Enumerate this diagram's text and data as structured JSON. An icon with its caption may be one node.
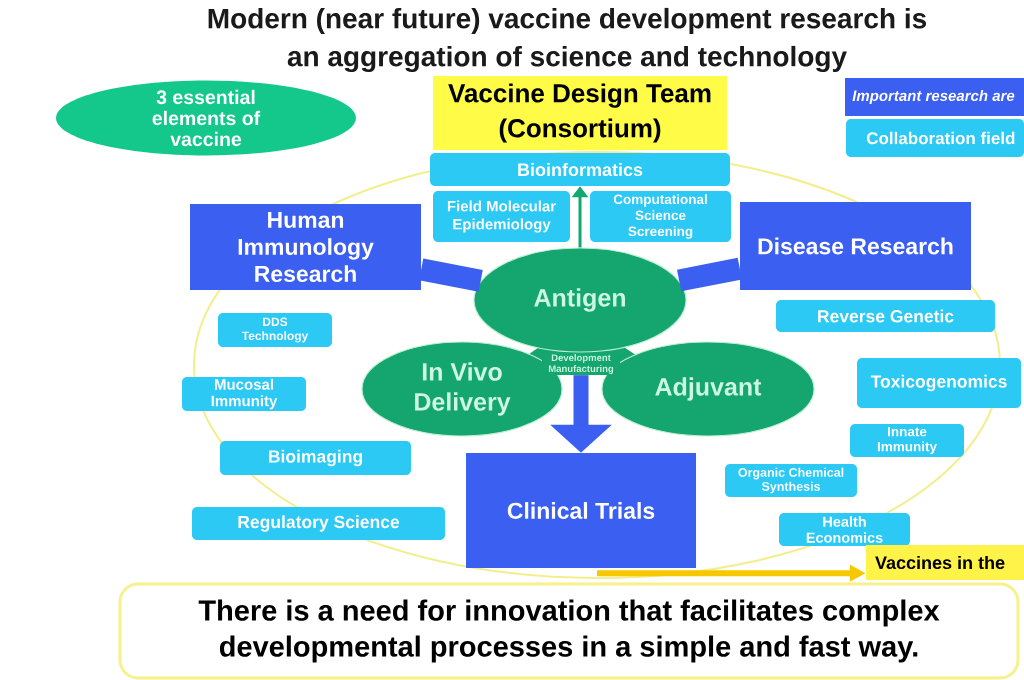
{
  "diagram": {
    "title": "Modern (near future) vaccine development research is an aggregation of science and technology",
    "nodes": [
      {
        "text": [
          "3 essential elements of vaccine"
        ]
      },
      {
        "text": [
          "Vaccine Design Team (Consortium)"
        ]
      },
      {
        "text": [
          "Bioinformatics"
        ]
      },
      {
        "text": [
          "Field Molecular Epidemiology"
        ]
      },
      {
        "text": [
          "Computational Science Screening"
        ]
      },
      {
        "text": [
          "Human Immunology Research"
        ]
      },
      {
        "text": [
          "Disease Research"
        ]
      },
      {
        "text": [
          "Antigen"
        ]
      },
      {
        "text": [
          "In Vivo Delivery"
        ]
      },
      {
        "text": [
          "Adjuvant"
        ]
      },
      {
        "text": [
          "Development Manufacturing"
        ]
      },
      {
        "text": [
          "Clinical Trials"
        ]
      },
      {
        "text": [
          "DDS Technology"
        ]
      },
      {
        "text": [
          "Mucosal Immunity"
        ]
      },
      {
        "text": [
          "Reverse Genetic"
        ]
      },
      {
        "text": [
          "Toxicogenomics"
        ]
      },
      {
        "text": [
          "Innate Immunity"
        ]
      },
      {
        "text": [
          "Bioimaging"
        ]
      },
      {
        "text": [
          "Organic Chemical Synthesis"
        ]
      },
      {
        "text": [
          "Regulatory Science"
        ]
      },
      {
        "text": [
          "Health Economics"
        ]
      },
      {
        "text": [
          "Vaccines in the"
        ]
      },
      {
        "text": [
          "There is a need for innovation that facilitates complex developmental processes in a simple and fast way."
        ]
      }
    ],
    "edges": [
      {
        "from": 5,
        "to": 7,
        "arrow": "none"
      },
      {
        "from": 6,
        "to": 7,
        "arrow": "none"
      },
      {
        "from": 10,
        "to": 11,
        "arrow": "to"
      },
      {
        "from": 7,
        "to": 2,
        "arrow": "to",
        "color": "#12a870"
      },
      {
        "from": 11,
        "to": 21,
        "arrow": "to",
        "color": "#f5c800"
      }
    ],
    "legend": [
      {
        "text": "Important research are",
        "color": "#3b5ff0"
      },
      {
        "text": "Collaboration field",
        "color": "#2dc9f5"
      }
    ]
  }
}
